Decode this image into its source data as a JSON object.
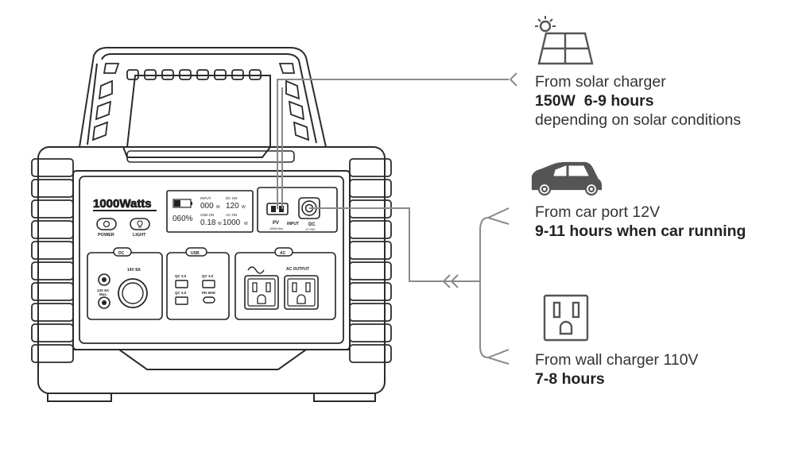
{
  "device": {
    "brand": "1000Watts",
    "display": {
      "percent": "060%",
      "input_label": "INPUT",
      "input_value": "000",
      "dc_on_label": "DC ON",
      "dc_on_value": "120",
      "usb_on_label": "USB ON",
      "usb_on_value": "0.18",
      "ac_on_label": "AC ON",
      "ac_on_value": "1000",
      "unit": "W"
    },
    "buttons": {
      "power": "POWER",
      "light": "LIGHT"
    },
    "sections": {
      "dc": "DC",
      "usb": "USB",
      "ac": "AC",
      "ac_output": "AC OUTPUT"
    },
    "dc_port_label": "14V 8A",
    "dc_small_label_1": "14V 8A",
    "dc_small_label_2": "Max.",
    "usb_labels": {
      "qc1": "QC 3.0",
      "qc2": "QC 3.0",
      "qc3": "QC 3.0",
      "pd": "PD 60W"
    },
    "input_panel": {
      "pv": "PV",
      "pv_sub": "150W Max.",
      "input": "INPUT",
      "dc": "DC",
      "dc_sub": "12~28V"
    }
  },
  "sources": {
    "solar": {
      "line1": "From solar charger",
      "line2": "150W  6-9 hours",
      "line3": "depending on solar conditions",
      "icon": "solar-panel-icon"
    },
    "car": {
      "line1": "From car port 12V",
      "line2": "9-11 hours when car running",
      "icon": "car-icon"
    },
    "wall": {
      "line1": "From wall charger 110V",
      "line2": "7-8 hours",
      "icon": "wall-outlet-icon"
    }
  },
  "colors": {
    "outline": "#2b2b2b",
    "connector": "#8a8a8a",
    "icon": "#555555"
  }
}
